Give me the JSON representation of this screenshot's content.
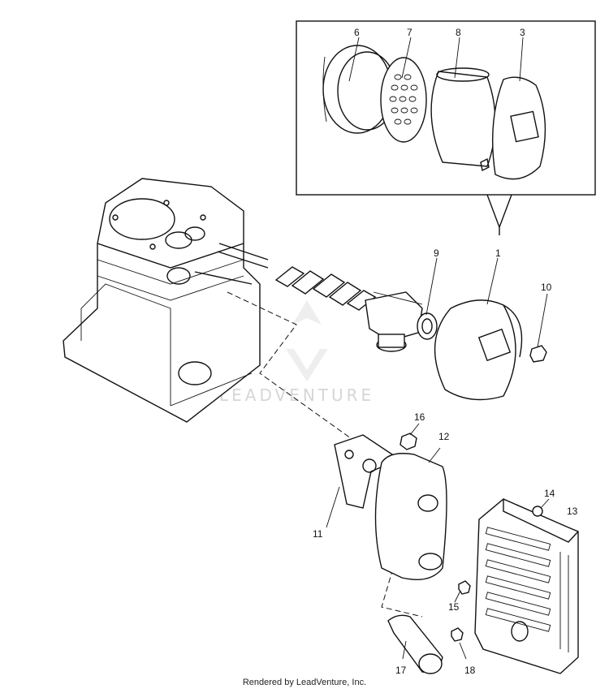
{
  "diagram": {
    "callouts": [
      "6",
      "7",
      "8",
      "3",
      "9",
      "1",
      "10",
      "16",
      "12",
      "14",
      "13",
      "11",
      "15",
      "17",
      "18"
    ],
    "watermark": "LEADVENTURE"
  },
  "footer": {
    "text": "Rendered by LeadVenture, Inc."
  }
}
